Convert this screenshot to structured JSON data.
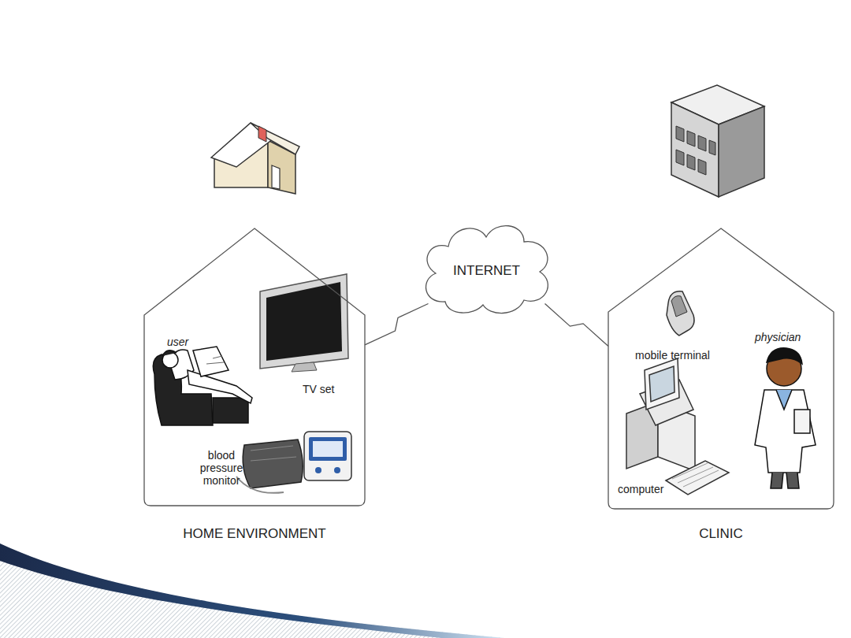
{
  "diagram": {
    "nodes": [
      {
        "text": [
          "HOME ENVIRONMENT"
        ]
      },
      {
        "text": [
          "INTERNET"
        ]
      },
      {
        "text": [
          "CLINIC"
        ]
      }
    ],
    "edges": [
      {
        "from": 0,
        "to": 1,
        "arrow": "none"
      },
      {
        "from": 1,
        "to": 2,
        "arrow": "none"
      }
    ],
    "labels": [
      "user",
      "TV set",
      "blood pressure monitor",
      "mobile terminal",
      "physician",
      "computer"
    ]
  }
}
